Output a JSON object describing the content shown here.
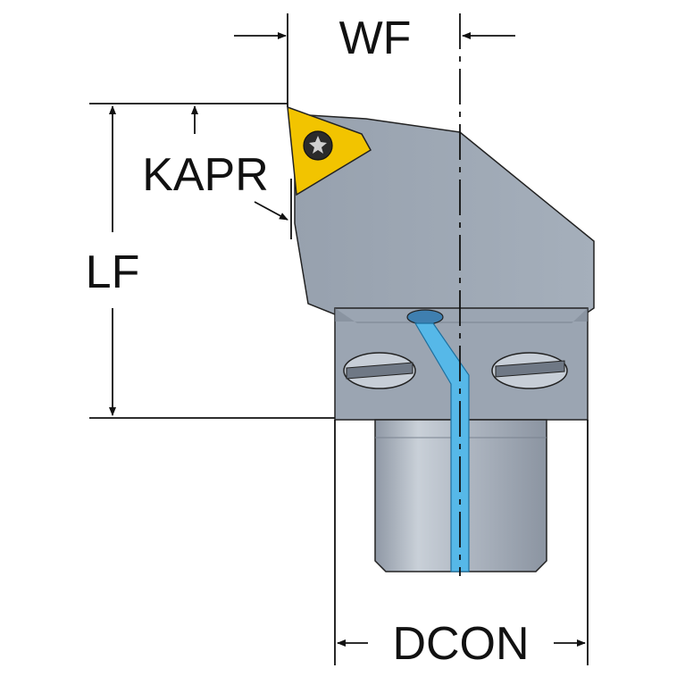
{
  "labels": {
    "wf": "WF",
    "kapr": "KAPR",
    "lf": "LF",
    "dcon": "DCON"
  },
  "colors": {
    "body": "#9ea8b5",
    "body_shadow": "#7f8996",
    "shank": "#b9c0ca",
    "insert": "#f2c400",
    "coolant": "#4fb6e6",
    "line": "#111111"
  }
}
